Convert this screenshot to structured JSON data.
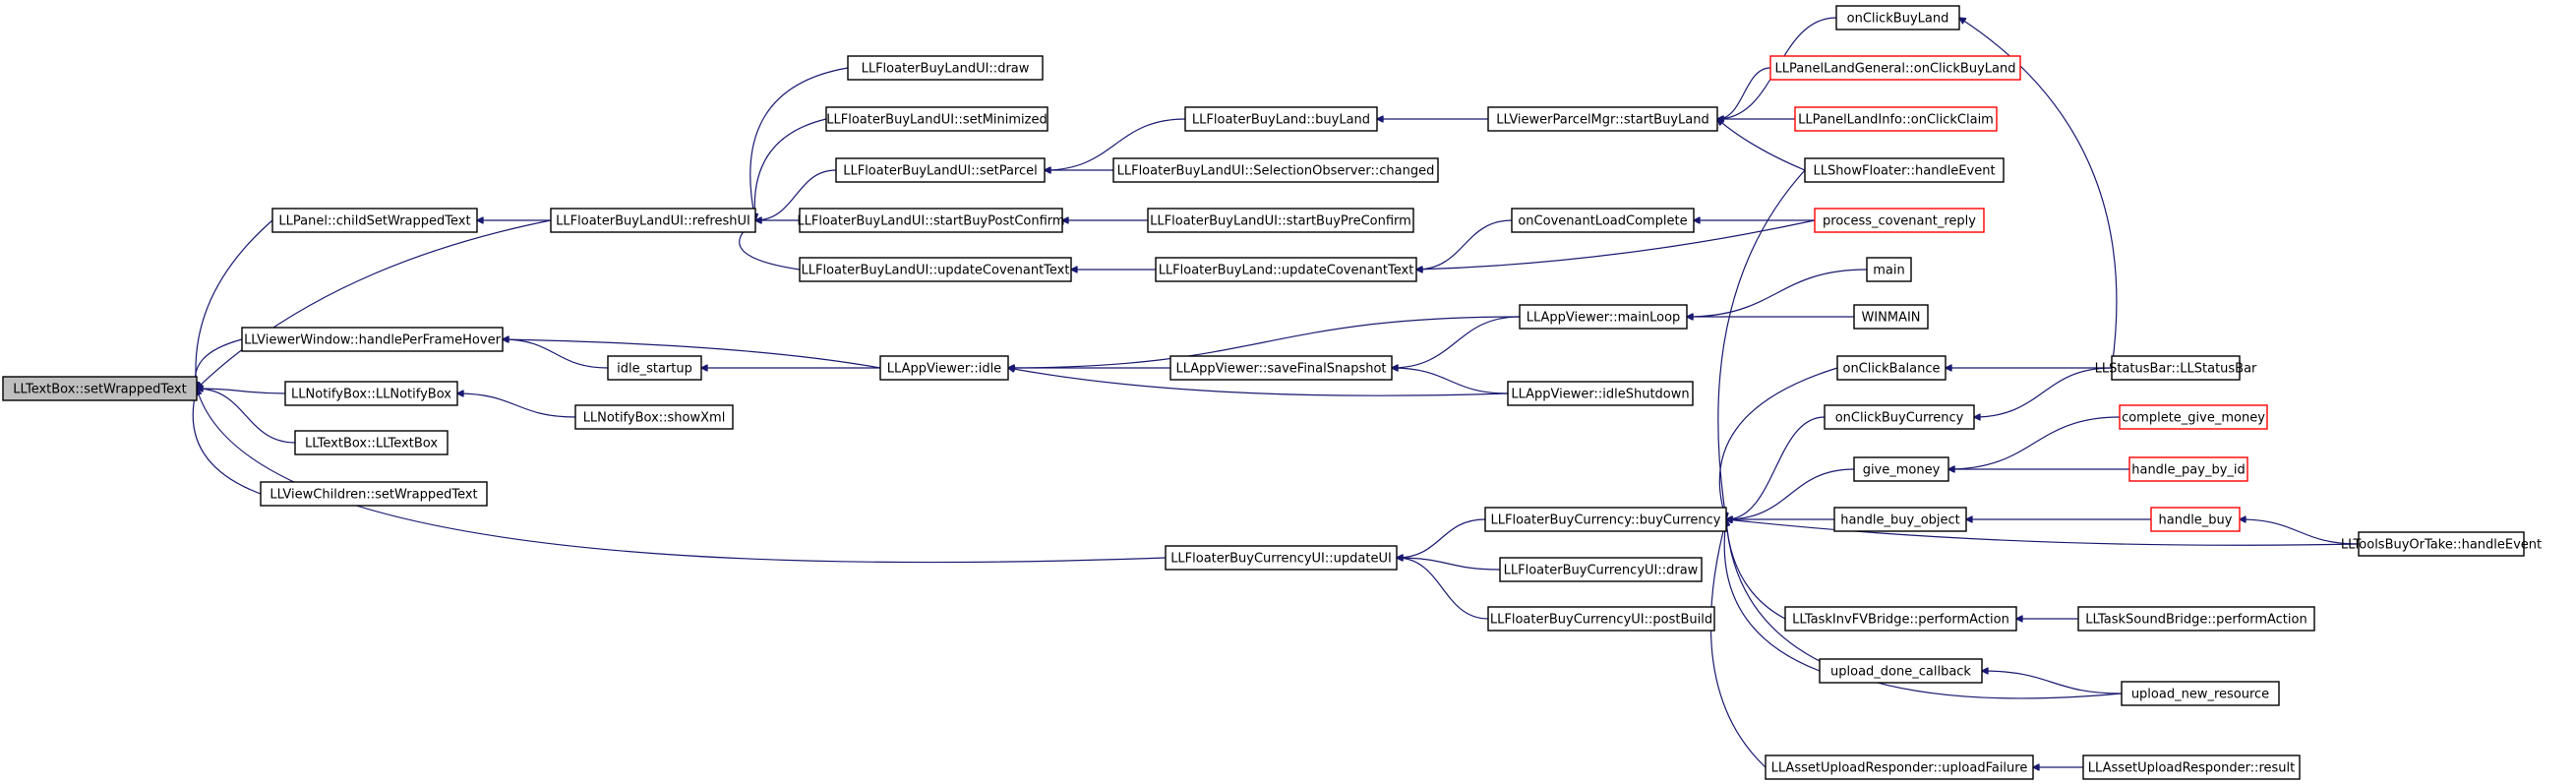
{
  "colors": {
    "edge": "#191970",
    "node_border": "#000000",
    "truncated_border": "#ff0000",
    "root_fill": "#bfbfbf",
    "node_fill": "#ffffff"
  },
  "nodes": [
    {
      "id": "n0",
      "label": "LLTextBox::setWrappedText",
      "kind": "root"
    },
    {
      "id": "n1",
      "label": "LLPanel::childSetWrappedText",
      "kind": "normal"
    },
    {
      "id": "n2",
      "label": "LLFloaterBuyLandUI::refreshUI",
      "kind": "normal"
    },
    {
      "id": "n3",
      "label": "LLFloaterBuyLandUI::draw",
      "kind": "normal"
    },
    {
      "id": "n4",
      "label": "LLFloaterBuyLandUI::setMinimized",
      "kind": "normal"
    },
    {
      "id": "n5",
      "label": "LLFloaterBuyLandUI::setParcel",
      "kind": "normal"
    },
    {
      "id": "n6",
      "label": "LLFloaterBuyLandUI::startBuyPostConfirm",
      "kind": "normal"
    },
    {
      "id": "n7",
      "label": "LLFloaterBuyLandUI::updateCovenantText",
      "kind": "normal"
    },
    {
      "id": "n8",
      "label": "LLFloaterBuyLand::buyLand",
      "kind": "normal"
    },
    {
      "id": "n9",
      "label": "LLFloaterBuyLandUI::SelectionObserver::changed",
      "kind": "normal"
    },
    {
      "id": "n10",
      "label": "LLFloaterBuyLandUI::startBuyPreConfirm",
      "kind": "normal"
    },
    {
      "id": "n11",
      "label": "LLFloaterBuyLand::updateCovenantText",
      "kind": "normal"
    },
    {
      "id": "n12",
      "label": "LLViewerParcelMgr::startBuyLand",
      "kind": "normal"
    },
    {
      "id": "n13",
      "label": "onClickBuyLand",
      "kind": "normal"
    },
    {
      "id": "n14",
      "label": "LLPanelLandGeneral::onClickBuyLand",
      "kind": "truncated"
    },
    {
      "id": "n15",
      "label": "LLPanelLandInfo::onClickClaim",
      "kind": "truncated"
    },
    {
      "id": "n16",
      "label": "LLShowFloater::handleEvent",
      "kind": "normal"
    },
    {
      "id": "n17",
      "label": "onCovenantLoadComplete",
      "kind": "normal"
    },
    {
      "id": "n18",
      "label": "process_covenant_reply",
      "kind": "truncated"
    },
    {
      "id": "n19",
      "label": "LLViewerWindow::handlePerFrameHover",
      "kind": "normal"
    },
    {
      "id": "n20",
      "label": "idle_startup",
      "kind": "normal"
    },
    {
      "id": "n21",
      "label": "LLAppViewer::idle",
      "kind": "normal"
    },
    {
      "id": "n22",
      "label": "LLAppViewer::mainLoop",
      "kind": "normal"
    },
    {
      "id": "n23",
      "label": "main",
      "kind": "normal"
    },
    {
      "id": "n24",
      "label": "WINMAIN",
      "kind": "normal"
    },
    {
      "id": "n25",
      "label": "LLAppViewer::saveFinalSnapshot",
      "kind": "normal"
    },
    {
      "id": "n26",
      "label": "LLAppViewer::idleShutdown",
      "kind": "normal"
    },
    {
      "id": "n27",
      "label": "LLNotifyBox::LLNotifyBox",
      "kind": "normal"
    },
    {
      "id": "n28",
      "label": "LLNotifyBox::showXml",
      "kind": "normal"
    },
    {
      "id": "n29",
      "label": "LLTextBox::LLTextBox",
      "kind": "normal"
    },
    {
      "id": "n30",
      "label": "LLViewChildren::setWrappedText",
      "kind": "normal"
    },
    {
      "id": "n31",
      "label": "LLFloaterBuyCurrencyUI::updateUI",
      "kind": "normal"
    },
    {
      "id": "n32",
      "label": "LLFloaterBuyCurrency::buyCurrency",
      "kind": "normal"
    },
    {
      "id": "n33",
      "label": "LLFloaterBuyCurrencyUI::draw",
      "kind": "normal"
    },
    {
      "id": "n34",
      "label": "LLFloaterBuyCurrencyUI::postBuild",
      "kind": "normal"
    },
    {
      "id": "n35",
      "label": "onClickBalance",
      "kind": "normal"
    },
    {
      "id": "n36",
      "label": "onClickBuyCurrency",
      "kind": "normal"
    },
    {
      "id": "n37",
      "label": "LLStatusBar::LLStatusBar",
      "kind": "normal"
    },
    {
      "id": "n38",
      "label": "give_money",
      "kind": "normal"
    },
    {
      "id": "n39",
      "label": "complete_give_money",
      "kind": "truncated"
    },
    {
      "id": "n40",
      "label": "handle_pay_by_id",
      "kind": "truncated"
    },
    {
      "id": "n41",
      "label": "handle_buy_object",
      "kind": "normal"
    },
    {
      "id": "n42",
      "label": "handle_buy",
      "kind": "truncated"
    },
    {
      "id": "n43",
      "label": "LLToolsBuyOrTake::handleEvent",
      "kind": "normal"
    },
    {
      "id": "n44",
      "label": "LLTaskInvFVBridge::performAction",
      "kind": "normal"
    },
    {
      "id": "n45",
      "label": "LLTaskSoundBridge::performAction",
      "kind": "normal"
    },
    {
      "id": "n46",
      "label": "upload_done_callback",
      "kind": "normal"
    },
    {
      "id": "n47",
      "label": "upload_new_resource",
      "kind": "normal"
    },
    {
      "id": "n48",
      "label": "LLAssetUploadResponder::uploadFailure",
      "kind": "normal"
    },
    {
      "id": "n49",
      "label": "LLAssetUploadResponder::result",
      "kind": "normal"
    }
  ],
  "edges": [
    {
      "from": "n1",
      "to": "n0"
    },
    {
      "from": "n2",
      "to": "n0"
    },
    {
      "from": "n19",
      "to": "n0"
    },
    {
      "from": "n27",
      "to": "n0"
    },
    {
      "from": "n29",
      "to": "n0"
    },
    {
      "from": "n30",
      "to": "n0"
    },
    {
      "from": "n31",
      "to": "n0"
    },
    {
      "from": "n2",
      "to": "n1"
    },
    {
      "from": "n3",
      "to": "n2"
    },
    {
      "from": "n4",
      "to": "n2"
    },
    {
      "from": "n5",
      "to": "n2"
    },
    {
      "from": "n6",
      "to": "n2"
    },
    {
      "from": "n7",
      "to": "n2"
    },
    {
      "from": "n8",
      "to": "n5"
    },
    {
      "from": "n9",
      "to": "n5"
    },
    {
      "from": "n10",
      "to": "n6"
    },
    {
      "from": "n11",
      "to": "n7"
    },
    {
      "from": "n12",
      "to": "n8"
    },
    {
      "from": "n13",
      "to": "n12"
    },
    {
      "from": "n14",
      "to": "n12"
    },
    {
      "from": "n15",
      "to": "n12"
    },
    {
      "from": "n16",
      "to": "n12"
    },
    {
      "from": "n37",
      "to": "n13"
    },
    {
      "from": "n17",
      "to": "n11"
    },
    {
      "from": "n18",
      "to": "n11"
    },
    {
      "from": "n18",
      "to": "n17"
    },
    {
      "from": "n21",
      "to": "n19"
    },
    {
      "from": "n20",
      "to": "n19"
    },
    {
      "from": "n21",
      "to": "n20"
    },
    {
      "from": "n22",
      "to": "n21"
    },
    {
      "from": "n25",
      "to": "n21"
    },
    {
      "from": "n26",
      "to": "n21"
    },
    {
      "from": "n23",
      "to": "n22"
    },
    {
      "from": "n24",
      "to": "n22"
    },
    {
      "from": "n22",
      "to": "n25"
    },
    {
      "from": "n26",
      "to": "n25"
    },
    {
      "from": "n28",
      "to": "n27"
    },
    {
      "from": "n32",
      "to": "n31"
    },
    {
      "from": "n33",
      "to": "n31"
    },
    {
      "from": "n34",
      "to": "n31"
    },
    {
      "from": "n16",
      "to": "n32"
    },
    {
      "from": "n35",
      "to": "n32"
    },
    {
      "from": "n36",
      "to": "n32"
    },
    {
      "from": "n38",
      "to": "n32"
    },
    {
      "from": "n41",
      "to": "n32"
    },
    {
      "from": "n43",
      "to": "n32"
    },
    {
      "from": "n44",
      "to": "n32"
    },
    {
      "from": "n46",
      "to": "n32"
    },
    {
      "from": "n47",
      "to": "n32"
    },
    {
      "from": "n48",
      "to": "n32"
    },
    {
      "from": "n37",
      "to": "n35"
    },
    {
      "from": "n37",
      "to": "n36"
    },
    {
      "from": "n39",
      "to": "n38"
    },
    {
      "from": "n40",
      "to": "n38"
    },
    {
      "from": "n42",
      "to": "n41"
    },
    {
      "from": "n43",
      "to": "n42"
    },
    {
      "from": "n45",
      "to": "n44"
    },
    {
      "from": "n47",
      "to": "n46"
    },
    {
      "from": "n49",
      "to": "n48"
    }
  ]
}
